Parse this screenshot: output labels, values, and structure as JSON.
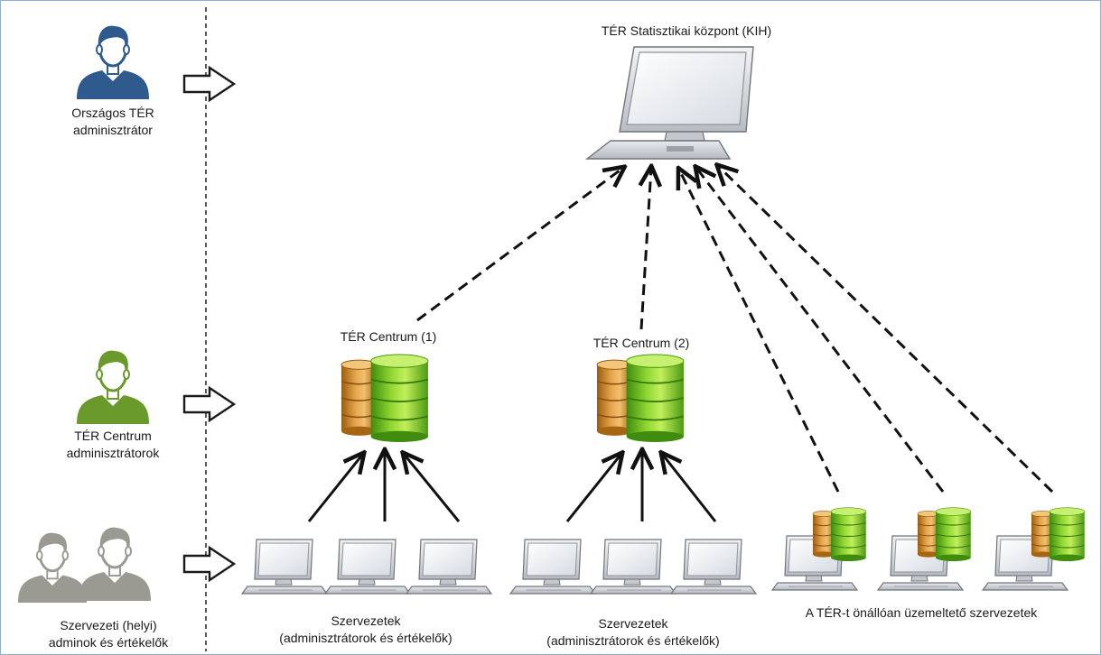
{
  "title": "TÉR Statisztikai központ (KIH)",
  "roles": {
    "national_admin": {
      "line1": "Országos TÉR",
      "line2": "adminisztrátor"
    },
    "centrum_admin": {
      "line1": "TÉR Centrum",
      "line2": "adminisztrátorok"
    },
    "org_admin": {
      "line1": "Szervezeti (helyi)",
      "line2": "adminok és értékelők"
    }
  },
  "centrum1": "TÉR Centrum (1)",
  "centrum2": "TÉR Centrum (2)",
  "orgs1": {
    "line1": "Szervezetek",
    "line2": "(adminisztrátorok és értékelők)"
  },
  "orgs2": {
    "line1": "Szervezetek",
    "line2": "(adminisztrátorok és értékelők)"
  },
  "self_operated": "A TÉR-t önállóan üzemeltető szervezetek",
  "colors": {
    "national_admin": "#2e5a8e",
    "centrum_admin": "#6a9a2c",
    "org_admin": "#9a9a92",
    "db_green": "#63b51d",
    "db_orange": "#c8801a",
    "border": "#8fb0d4"
  }
}
